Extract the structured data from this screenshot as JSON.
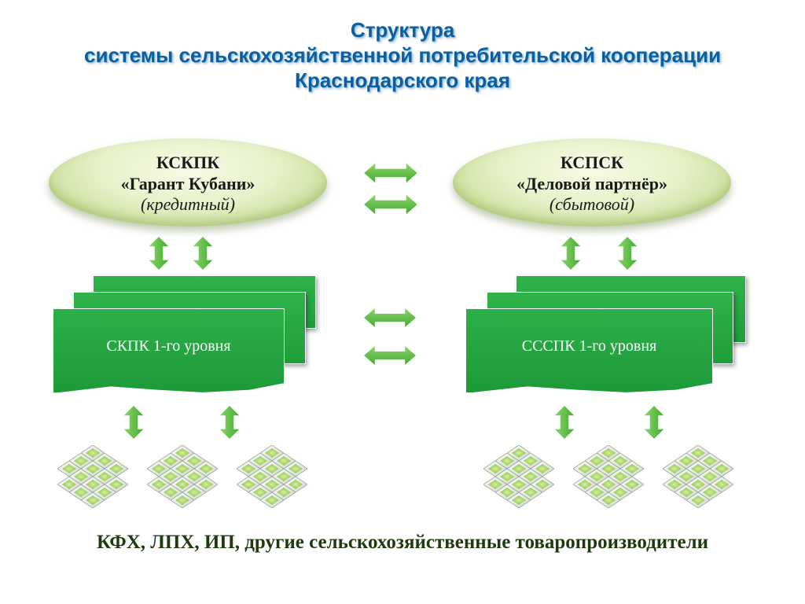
{
  "title": {
    "line1": "Структура",
    "line2": "системы сельскохозяйственной потребительской кооперации",
    "line3": "Краснодарского края"
  },
  "left_org": {
    "title": "КСКПК",
    "name": "«Гарант Кубани»",
    "type": "(кредитный)"
  },
  "right_org": {
    "title": "КСПСК",
    "name": "«Деловой партнёр»",
    "type": "(сбытовой)"
  },
  "left_level": {
    "label": "СКПК 1-го уровня"
  },
  "right_level": {
    "label": "СССПК 1-го уровня"
  },
  "footer": "КФХ, ЛПХ, ИП, другие сельскохозяйственные товаропроизводители",
  "colors": {
    "title": "#0f5e9c",
    "ellipse": "#d9e9b0",
    "doc_green": "#22a33d",
    "arrow_green": "#5fbf45",
    "footer_text": "#1f3a10"
  },
  "icons": {
    "horizontal_arrow": "double-arrow-horizontal-icon",
    "vertical_arrow": "double-arrow-vertical-icon",
    "tile_cluster": "diamond-tile-cluster-icon"
  }
}
